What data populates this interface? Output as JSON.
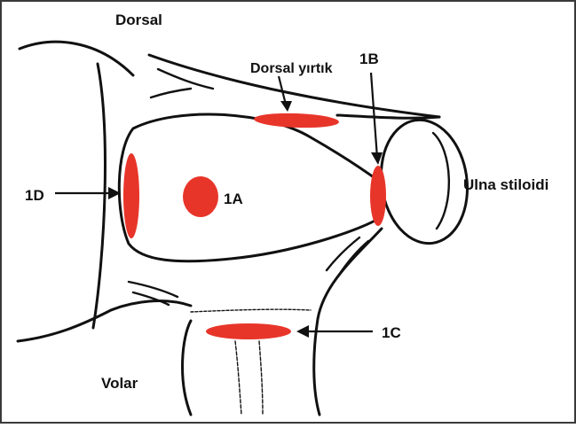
{
  "labels": {
    "dorsal": "Dorsal",
    "volar": "Volar",
    "dorsal_tear": "Dorsal yırtık",
    "ulna_styloid": "Ulna stiloidi",
    "type_1a": "1A",
    "type_1b": "1B",
    "type_1c": "1C",
    "type_1d": "1D"
  },
  "colors": {
    "lesion": "#e8352a",
    "outline": "#111111",
    "frame": "#3a3a3a"
  }
}
